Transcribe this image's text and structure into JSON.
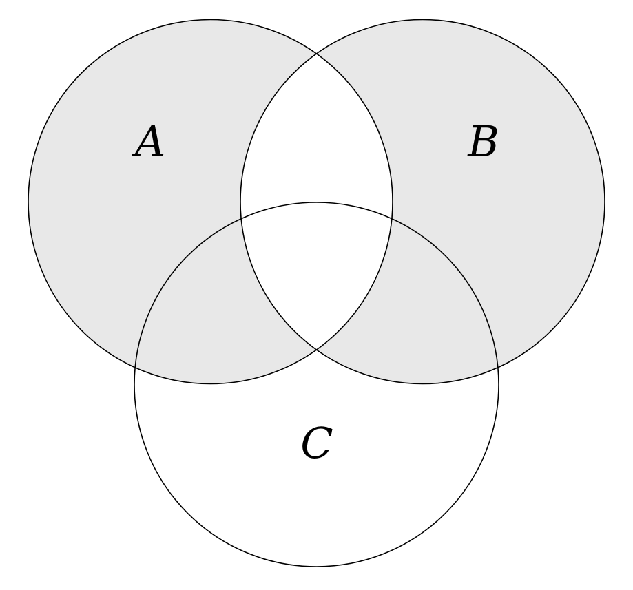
{
  "diagram": {
    "type": "venn",
    "description": "Three-circle Venn diagram; shaded region is the symmetric difference of A and B: (A union B) minus (A intersect B). Circle C is unshaded.",
    "sets": [
      {
        "label": "A",
        "shaded": true
      },
      {
        "label": "B",
        "shaded": true
      },
      {
        "label": "C",
        "shaded": false
      }
    ],
    "labels": {
      "a": "A",
      "b": "B",
      "c": "C"
    },
    "colors": {
      "shaded_fill": "#e8e8e8",
      "unshaded_fill": "#ffffff",
      "stroke": "#000000",
      "background": "#ffffff",
      "label_color": "#000000"
    }
  }
}
